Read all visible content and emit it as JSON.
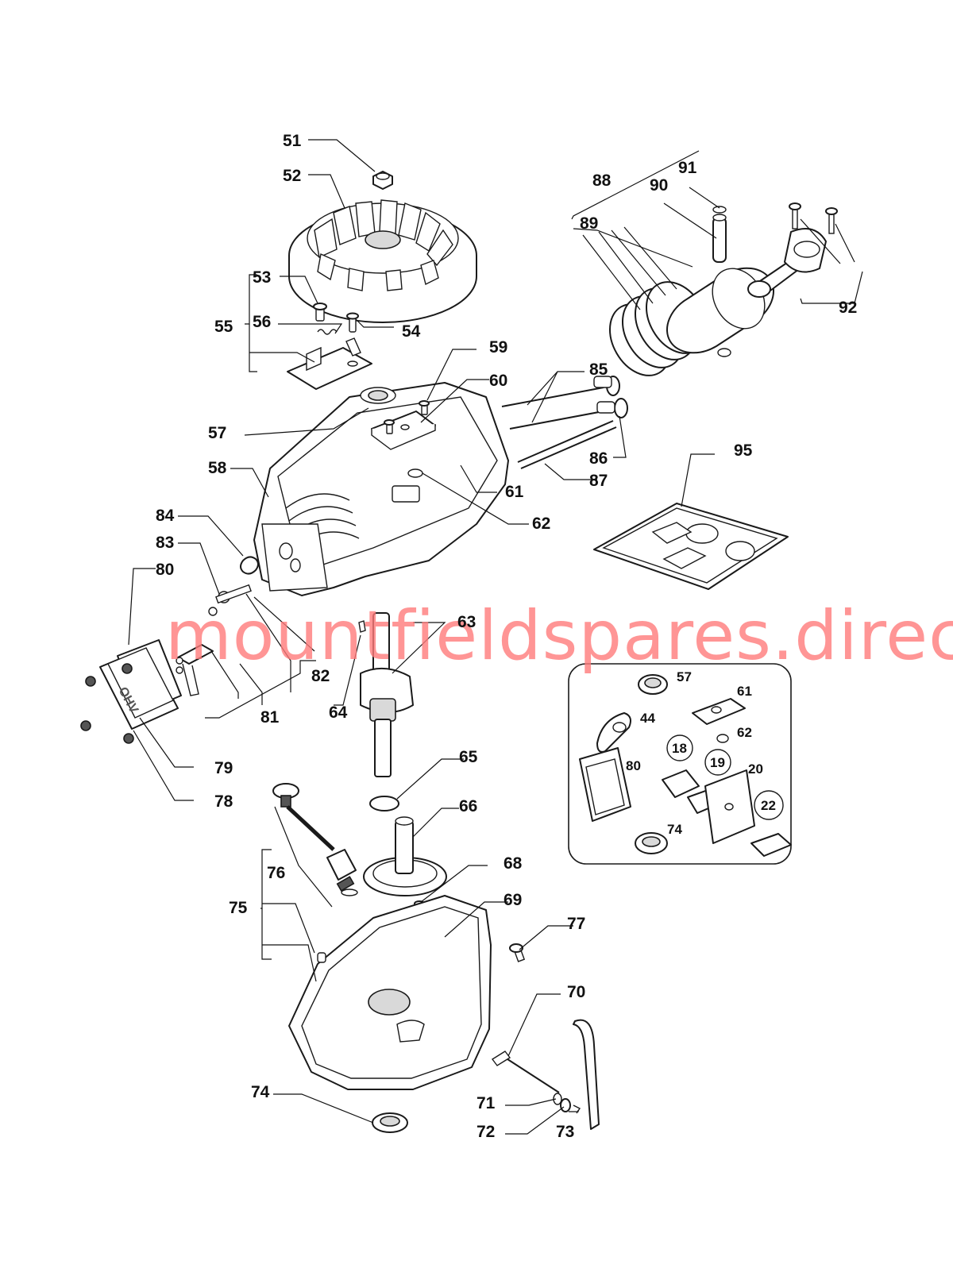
{
  "watermark": "mountfieldspares.direct",
  "labels": {
    "l51": "51",
    "l52": "52",
    "l53": "53",
    "l54": "54",
    "l55": "55",
    "l56": "56",
    "l57": "57",
    "l58": "58",
    "l59": "59",
    "l60": "60",
    "l61": "61",
    "l62": "62",
    "l63": "63",
    "l64": "64",
    "l65": "65",
    "l66": "66",
    "l68": "68",
    "l69": "69",
    "l70": "70",
    "l71": "71",
    "l72": "72",
    "l73": "73",
    "l74": "74",
    "l75": "75",
    "l76": "76",
    "l77": "77",
    "l78": "78",
    "l79": "79",
    "l80": "80",
    "l81": "81",
    "l82": "82",
    "l83": "83",
    "l84": "84",
    "l85": "85",
    "l86": "86",
    "l87": "87",
    "l88": "88",
    "l89": "89",
    "l90": "90",
    "l91": "91",
    "l92": "92",
    "l95": "95"
  },
  "inset_labels": {
    "i57": "57",
    "i61": "61",
    "i44": "44",
    "i62": "62",
    "i18": "18",
    "i80": "80",
    "i19": "19",
    "i20": "20",
    "i22": "22",
    "i74": "74"
  },
  "engraving": {
    "rocker_cover": "OHV"
  }
}
